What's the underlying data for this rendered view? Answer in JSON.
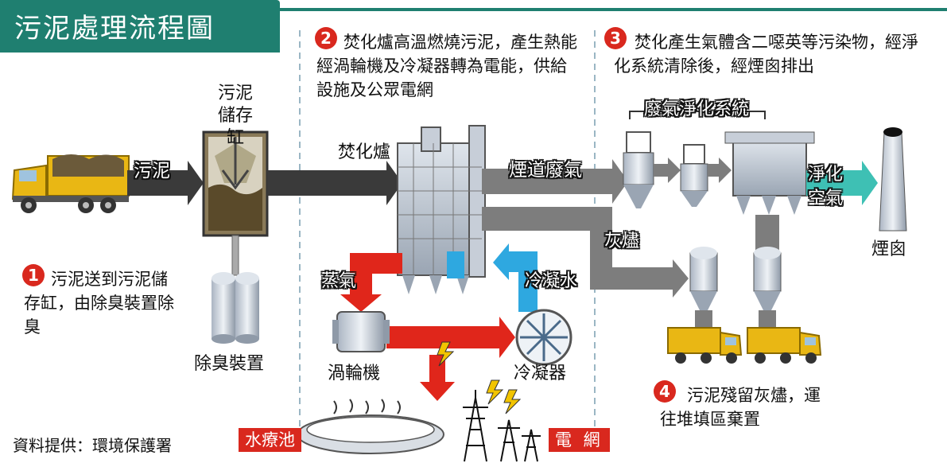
{
  "title": "污泥處理流程圖",
  "steps": {
    "s1": {
      "num": "1",
      "text": "污泥送到污泥儲存缸，由除臭裝置除臭"
    },
    "s2": {
      "num": "2",
      "text": "焚化爐高溫燃燒污泥，產生熱能經渦輪機及冷凝器轉為電能，供給設施及公眾電網"
    },
    "s3": {
      "num": "3",
      "text": "焚化產生氣體含二噁英等污染物，經淨化系統清除後，經煙囪排出"
    },
    "s4": {
      "num": "4",
      "text": "污泥殘留灰燼，運往堆填區棄置"
    }
  },
  "labels": {
    "sludge": "污泥",
    "storage_tank": "污泥儲存缸",
    "deodorizer": "除臭裝置",
    "incinerator": "焚化爐",
    "flue_gas": "煙道廢氣",
    "gas_purification": "廢氣淨化系統",
    "clean_air": "淨化空氣",
    "chimney": "煙囪",
    "ash": "灰燼",
    "steam": "蒸氣",
    "condensed_water": "冷凝水",
    "turbine": "渦輪機",
    "condenser": "冷凝器",
    "pool": "水療池",
    "grid": "電 網"
  },
  "source": "資料提供：環境保護署",
  "colors": {
    "accent_teal": "#1f7f70",
    "arrow_dark": "#3a3a3a",
    "arrow_grey": "#7d7d7d",
    "steam_red": "#e0261b",
    "water_blue": "#2ea8e0",
    "clean_air": "#3ec0b4",
    "truck_yellow": "#e9b714"
  }
}
